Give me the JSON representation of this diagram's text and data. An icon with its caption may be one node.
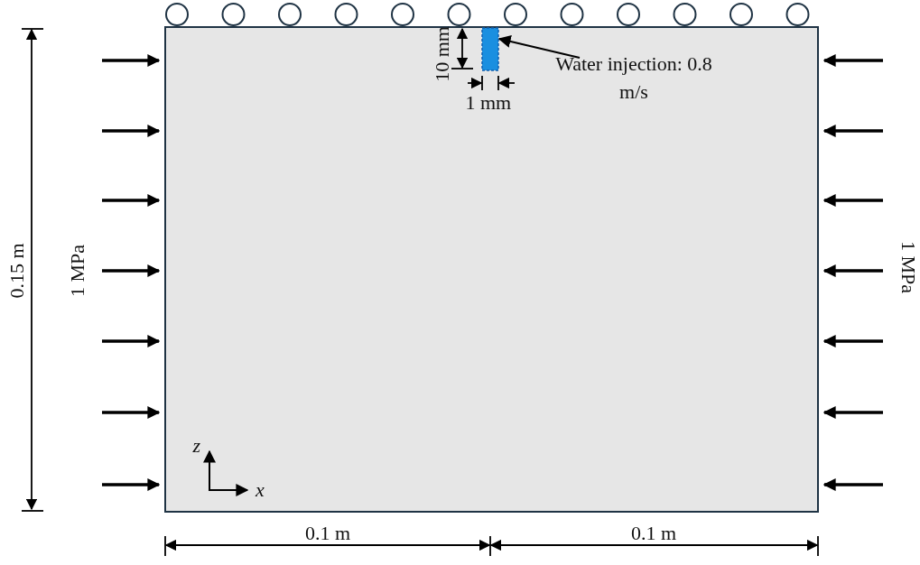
{
  "diagram": {
    "nodes": [
      {
        "text": [
          "Water injection: 0.8 m/s"
        ]
      },
      {
        "text": [],
        "shape": "box"
      }
    ],
    "edges": [
      {
        "from": 0,
        "to": 1,
        "arrow": "to"
      }
    ],
    "labels": [
      "10 mm",
      "1 mm",
      "0.15 m",
      "1 MPa",
      "1 MPa",
      "z",
      "x",
      "0.1 m",
      "0.1 m"
    ]
  }
}
